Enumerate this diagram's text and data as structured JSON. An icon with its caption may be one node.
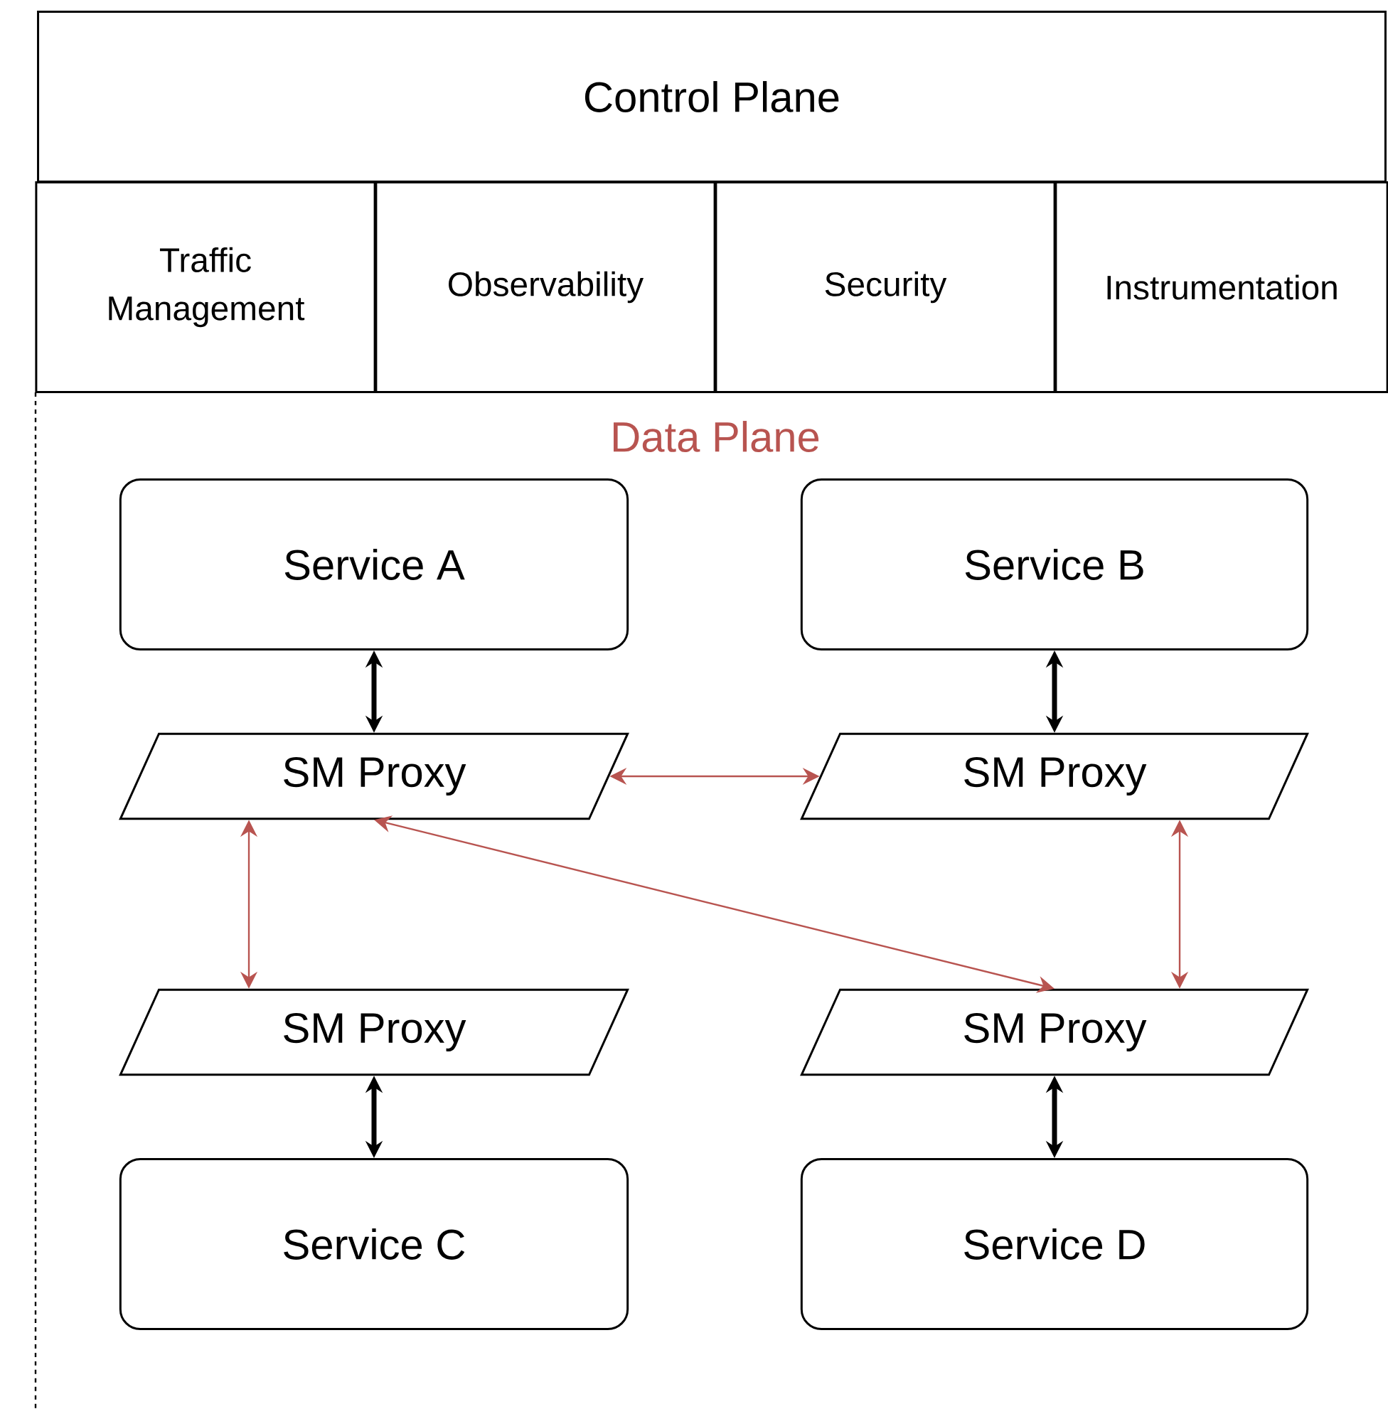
{
  "diagram": {
    "nodes": [
      {
        "text": [
          "Control Plane"
        ]
      },
      {
        "text": [
          "Traffic Management"
        ]
      },
      {
        "text": [
          "Observability"
        ]
      },
      {
        "text": [
          "Security"
        ]
      },
      {
        "text": [
          "Instrumentation"
        ]
      },
      {
        "text": [
          "Data Plane"
        ]
      },
      {
        "text": [
          "Service A"
        ]
      },
      {
        "text": [
          "Service B"
        ]
      },
      {
        "text": [
          "SM Proxy"
        ]
      },
      {
        "text": [
          "SM Proxy"
        ]
      },
      {
        "text": [
          "SM Proxy"
        ]
      },
      {
        "text": [
          "SM Proxy"
        ]
      },
      {
        "text": [
          "Service C"
        ]
      },
      {
        "text": [
          "Service D"
        ]
      }
    ],
    "edges": [
      {
        "from": 6,
        "to": 8,
        "arrow": "both",
        "style": "thick"
      },
      {
        "from": 7,
        "to": 9,
        "arrow": "both",
        "style": "thick"
      },
      {
        "from": 8,
        "to": 9,
        "arrow": "both",
        "color": "#b85450"
      },
      {
        "from": 8,
        "to": 10,
        "arrow": "both",
        "color": "#b85450"
      },
      {
        "from": 8,
        "to": 11,
        "arrow": "both",
        "color": "#b85450"
      },
      {
        "from": 9,
        "to": 11,
        "arrow": "both",
        "color": "#b85450"
      },
      {
        "from": 10,
        "to": 12,
        "arrow": "both",
        "style": "thick"
      },
      {
        "from": 11,
        "to": 13,
        "arrow": "both",
        "style": "thick"
      }
    ]
  }
}
